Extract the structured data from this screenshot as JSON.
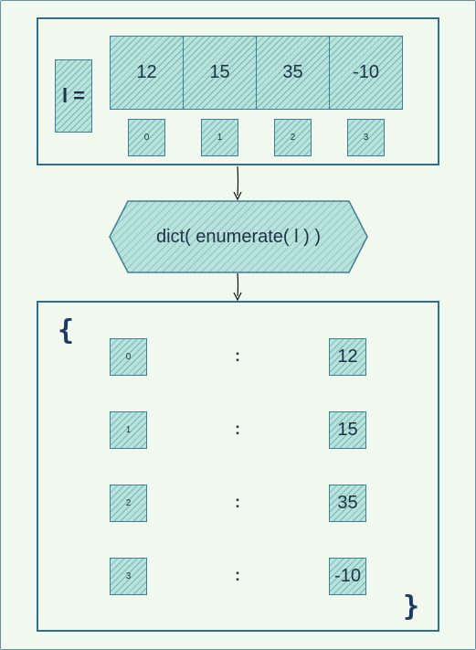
{
  "input": {
    "var_label": "l =",
    "list": [
      {
        "value": "12",
        "index": "0"
      },
      {
        "value": "15",
        "index": "1"
      },
      {
        "value": "35",
        "index": "2"
      },
      {
        "value": "-10",
        "index": "3"
      }
    ]
  },
  "operation": {
    "label": "dict( enumerate( l ) )"
  },
  "output": {
    "open_brace": "{",
    "close_brace": "}",
    "separator": ":",
    "pairs": [
      {
        "key": "0",
        "value": "12"
      },
      {
        "key": "1",
        "value": "15"
      },
      {
        "key": "2",
        "value": "35"
      },
      {
        "key": "3",
        "value": "-10"
      }
    ]
  },
  "colors": {
    "background": "#f1f8ee",
    "panel_border": "#2f6e91",
    "fill": "#b8e2db",
    "hatch": "#3a9691",
    "text": "#1e3247"
  }
}
